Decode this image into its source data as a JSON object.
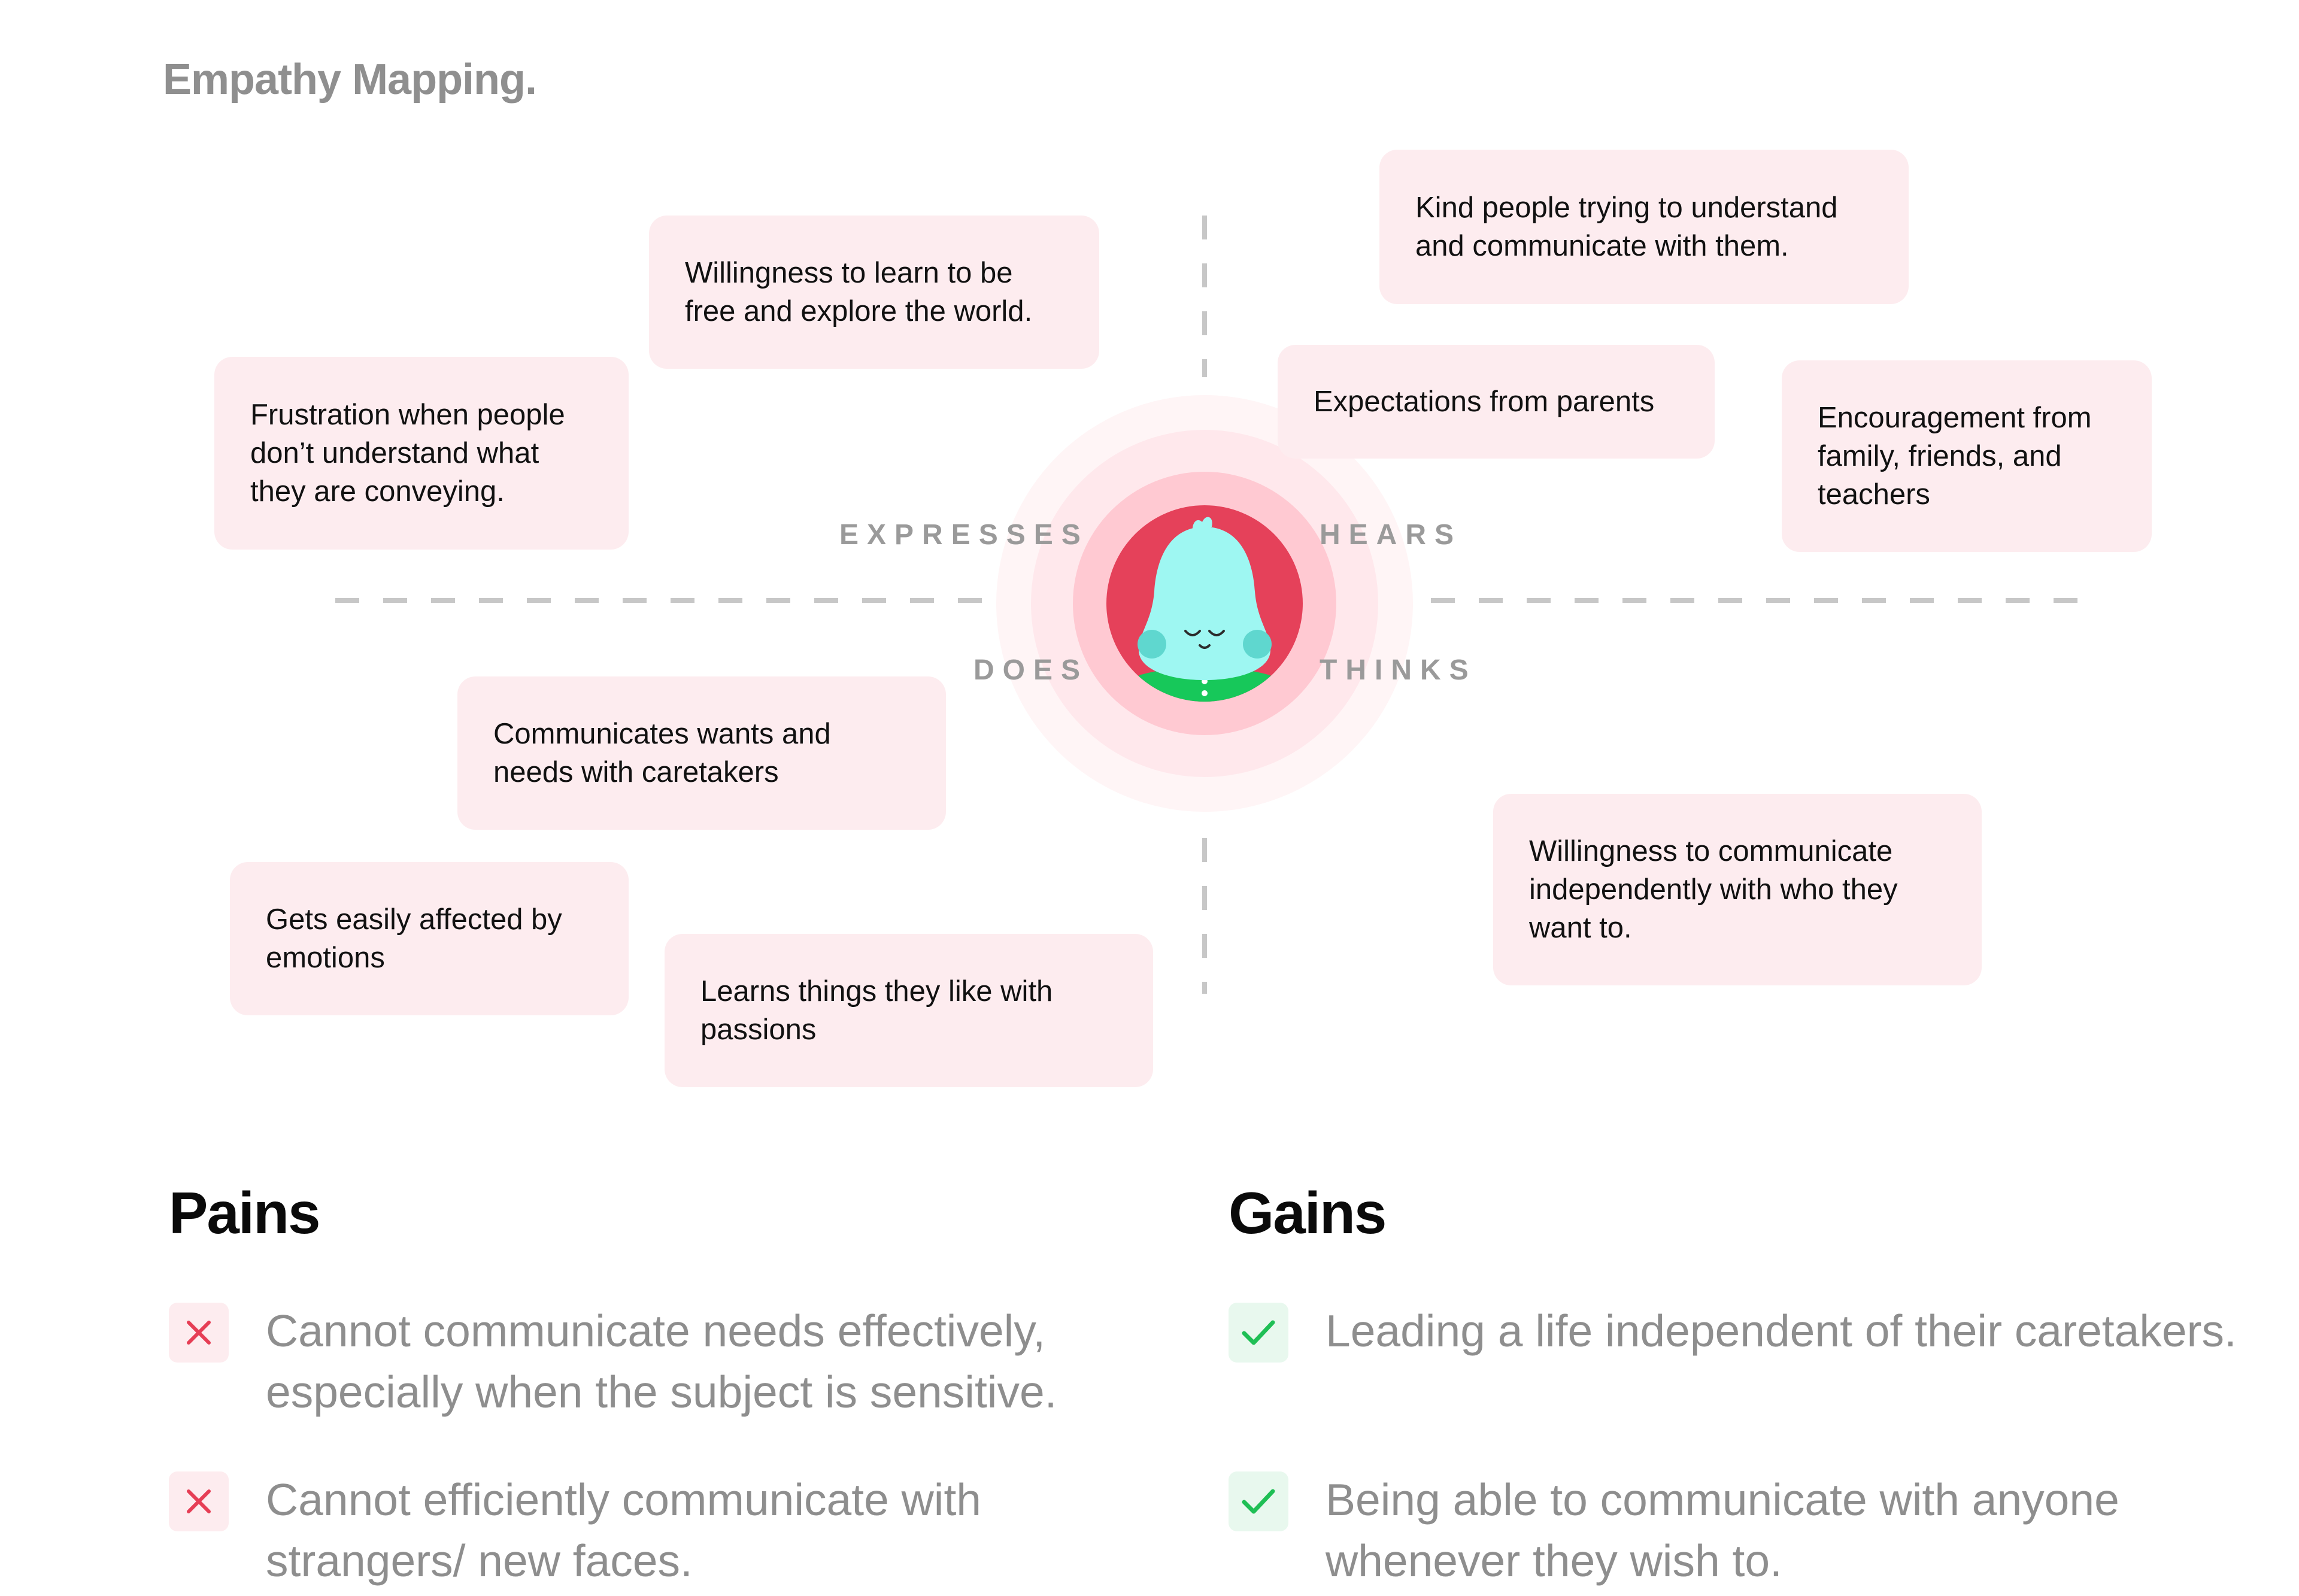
{
  "title": "Empathy Mapping.",
  "quadrants": {
    "expresses": "EXPRESSES",
    "hears": "HEARS",
    "does": "DOES",
    "thinks": "THINKS"
  },
  "cards": [
    {
      "quadrant": "expresses",
      "text": "Willingness to learn to be free and explore the world."
    },
    {
      "quadrant": "expresses",
      "text": "Frustration when people don’t understand what they are conveying."
    },
    {
      "quadrant": "hears",
      "text": "Kind people trying to understand and communicate with them."
    },
    {
      "quadrant": "hears",
      "text": "Expectations from parents"
    },
    {
      "quadrant": "hears",
      "text": "Encouragement from family, friends, and teachers"
    },
    {
      "quadrant": "does",
      "text": "Communicates wants and needs with caretakers"
    },
    {
      "quadrant": "does",
      "text": "Gets easily affected by emotions"
    },
    {
      "quadrant": "does",
      "text": "Learns things they like with passions"
    },
    {
      "quadrant": "thinks",
      "text": "Willingness to communicate independently with who they want to."
    }
  ],
  "pains": {
    "heading": "Pains",
    "icon": "cross-icon",
    "color": "#e63e55",
    "items": [
      "Cannot communicate needs effectively, especially when the subject is sensitive.",
      "Cannot efficiently communicate with strangers/ new faces."
    ]
  },
  "gains": {
    "heading": "Gains",
    "icon": "check-icon",
    "color": "#1fbf55",
    "items": [
      "Leading a life independent of their caretakers.",
      "Being able to communicate with anyone whenever they wish to."
    ]
  },
  "colors": {
    "card_bg": "#fdecef",
    "avatar_bg": "#e5415a",
    "avatar_body": "#9ef7f2",
    "avatar_cheeks": "#5fd7cf",
    "avatar_shirt": "#17c85a",
    "title": "#8f8f8f"
  }
}
